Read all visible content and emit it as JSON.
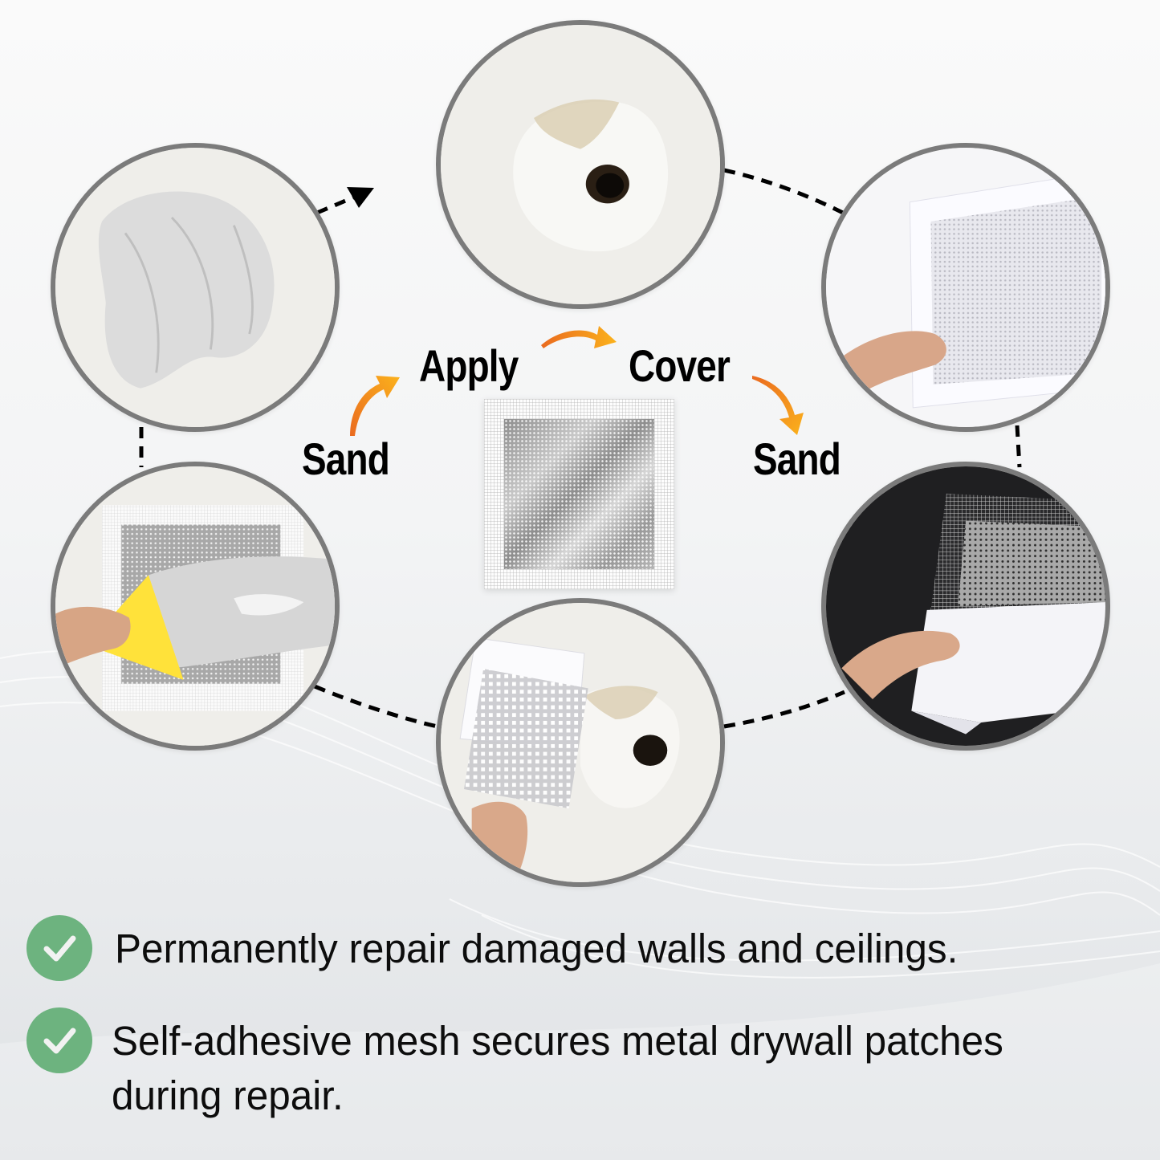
{
  "process": {
    "steps": [
      {
        "id": "sand-1",
        "label": "Sand"
      },
      {
        "id": "apply",
        "label": "Apply"
      },
      {
        "id": "cover",
        "label": "Cover"
      },
      {
        "id": "sand-2",
        "label": "Sand"
      }
    ],
    "photos": [
      {
        "id": "damaged-hole",
        "description": "damaged wall with hole"
      },
      {
        "id": "patch-held",
        "description": "hand holding mesh patch"
      },
      {
        "id": "peel-backing",
        "description": "peeling backing paper from metal patch"
      },
      {
        "id": "apply-patch",
        "description": "applying patch over hole"
      },
      {
        "id": "spread-compound",
        "description": "spreading compound with yellow scraper"
      },
      {
        "id": "finished-compound",
        "description": "wall covered in joint compound"
      }
    ],
    "center_product": "metal drywall patch with adhesive mesh"
  },
  "benefits": [
    {
      "icon": "check-circle-icon",
      "text": "Permanently repair damaged walls and ceilings."
    },
    {
      "icon": "check-circle-icon",
      "text_line1": "Self-adhesive mesh secures metal drywall patches",
      "text_line2": "during repair."
    }
  ],
  "colors": {
    "check_green": "#6db37f",
    "arrow_orange": "#f59a1b",
    "circle_border": "#7b7b7b",
    "label_text": "#000000"
  }
}
